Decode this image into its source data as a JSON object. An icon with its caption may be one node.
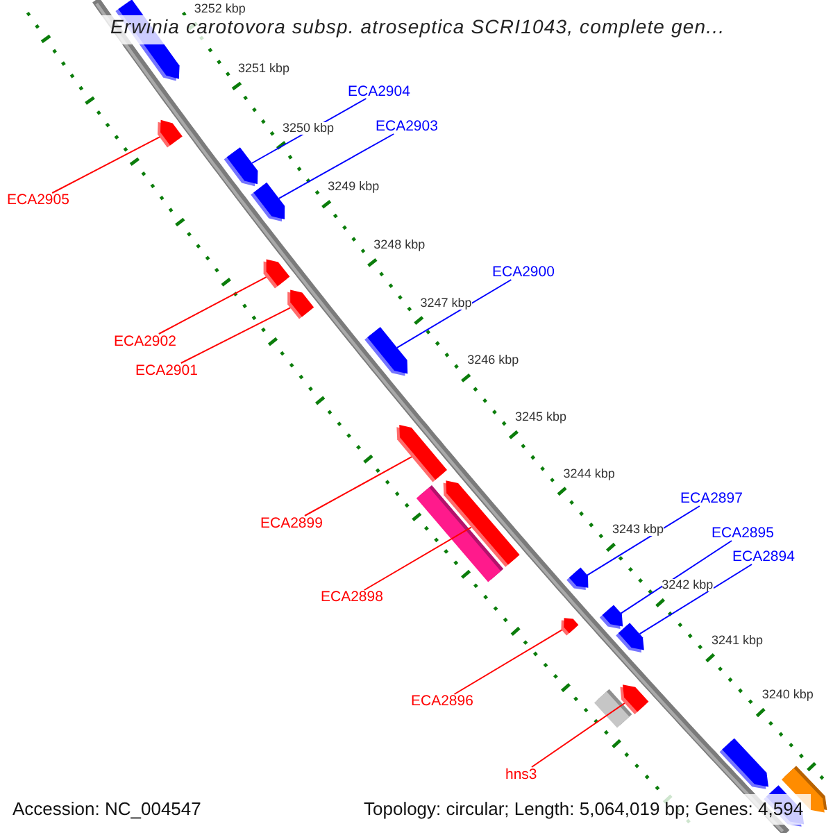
{
  "diagram": {
    "title": "Erwinia carotovora subsp. atroseptica SCRI1043, complete gen...",
    "nodes": [
      {
        "text": [
          "ECA2904"
        ]
      },
      {
        "text": [
          "ECA2903"
        ]
      },
      {
        "text": [
          "ECA2905"
        ]
      },
      {
        "text": [
          "ECA2900"
        ]
      },
      {
        "text": [
          "ECA2902"
        ]
      },
      {
        "text": [
          "ECA2901"
        ]
      },
      {
        "text": [
          "ECA2897"
        ]
      },
      {
        "text": [
          "ECA2899"
        ]
      },
      {
        "text": [
          "ECA2895"
        ]
      },
      {
        "text": [
          "ECA2894"
        ]
      },
      {
        "text": [
          "ECA2898"
        ]
      },
      {
        "text": [
          "ECA2896"
        ]
      },
      {
        "text": [
          "hns3"
        ]
      },
      {
        "text": [],
        "shape": "pentagon"
      },
      {
        "text": [],
        "shape": "pentagon"
      },
      {
        "text": [],
        "shape": "pentagon"
      },
      {
        "text": [],
        "shape": "pentagon"
      },
      {
        "text": [],
        "shape": "pentagon"
      },
      {
        "text": [],
        "shape": "pentagon"
      },
      {
        "text": [],
        "shape": "pentagon"
      },
      {
        "text": [],
        "shape": "pentagon"
      },
      {
        "text": [],
        "shape": "pentagon"
      },
      {
        "text": [],
        "shape": "box"
      },
      {
        "text": [],
        "shape": "pentagon"
      },
      {
        "text": [],
        "shape": "pentagon"
      },
      {
        "text": [],
        "shape": "pentagon"
      },
      {
        "text": [],
        "shape": "pentagon"
      },
      {
        "text": [],
        "shape": "pentagon"
      },
      {
        "text": [],
        "shape": "box"
      },
      {
        "text": [],
        "shape": "pentagon"
      },
      {
        "text": [],
        "shape": "pentagon"
      },
      {
        "text": [],
        "shape": "pentagon"
      }
    ],
    "edges": [
      {
        "from": 0,
        "to": 15,
        "arrow": "none",
        "color": "#0000ff"
      },
      {
        "from": 1,
        "to": 16,
        "arrow": "none",
        "color": "#0000ff"
      },
      {
        "from": 2,
        "to": 14,
        "arrow": "none"
      },
      {
        "from": 3,
        "to": 19,
        "arrow": "none",
        "color": "#0000ff"
      },
      {
        "from": 4,
        "to": 17,
        "arrow": "none"
      },
      {
        "from": 5,
        "to": 18,
        "arrow": "none"
      },
      {
        "from": 6,
        "to": 23,
        "arrow": "none",
        "color": "#0000ff"
      },
      {
        "from": 7,
        "to": 20,
        "arrow": "none"
      },
      {
        "from": 8,
        "to": 24,
        "arrow": "none",
        "color": "#0000ff"
      },
      {
        "from": 9,
        "to": 26,
        "arrow": "none",
        "color": "#0000ff"
      },
      {
        "from": 10,
        "to": 21,
        "arrow": "none"
      },
      {
        "from": 11,
        "to": 25,
        "arrow": "none"
      },
      {
        "from": 12,
        "to": 27,
        "arrow": "none"
      }
    ],
    "labels": [
      "3252 kbp",
      "3251 kbp",
      "3250 kbp",
      "3249 kbp",
      "3248 kbp",
      "3247 kbp",
      "3246 kbp",
      "3245 kbp",
      "3244 kbp",
      "3243 kbp",
      "3242 kbp",
      "3241 kbp",
      "3240 kbp",
      "Accession: NC_004547",
      "Topology: circular; Length: 5,064,019 bp; Genes: 4,594"
    ]
  }
}
